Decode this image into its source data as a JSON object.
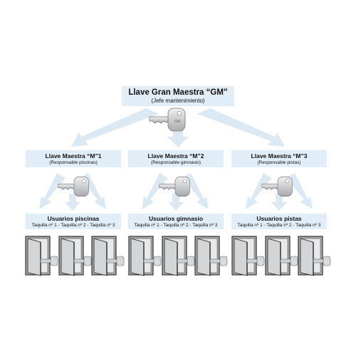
{
  "top": {
    "title": "Llave Gran Maestra “GM”",
    "subtitle": "(Jefe mantenimiento)"
  },
  "masters": [
    {
      "title": "Llave Maestra “M”1",
      "subtitle": "(Responsable piscinas)"
    },
    {
      "title": "Llave Maestra “M”2",
      "subtitle": "(Responsable gimnasio)"
    },
    {
      "title": "Llave Maestra “M”3",
      "subtitle": "(Responsable pistas)"
    }
  ],
  "users": [
    {
      "title": "Usuarios piscinas",
      "subtitle": "Taquilla nº 1 - Taquilla nº 2 - Taquilla nº 3"
    },
    {
      "title": "Usuarios gimnasio",
      "subtitle": "Taquilla nº 1 - Taquilla nº 2 - Taquilla nº 3"
    },
    {
      "title": "Usuarios pistas",
      "subtitle": "Taquilla nº 1 - Taquilla nº 2 - Taquilla nº 3"
    }
  ],
  "colors": {
    "box": "#e1eef8",
    "arrow": "#dbe9f5",
    "key": "#c9cbcd",
    "door": "#a9abad"
  }
}
